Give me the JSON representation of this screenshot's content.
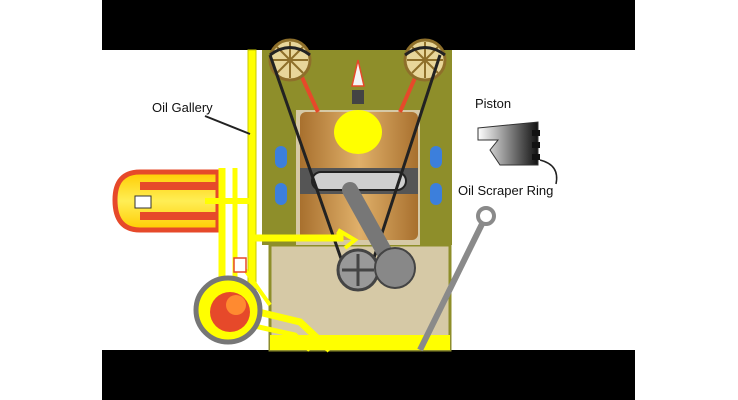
{
  "labels": {
    "oil_gallery": "Oil Gallery",
    "piston": "Piston",
    "oil_scraper_ring": "Oil Scraper Ring"
  },
  "colors": {
    "letterbox": "#000000",
    "background": "#ffffff",
    "oil": "#ffff00",
    "engine_block": "#d6c9a6",
    "cylinder_head": "#8e8e2a",
    "piston": "#d19a4e",
    "filter_red": "#e6492a",
    "coolant": "#3c7fdc",
    "chain": "#222222",
    "dipstick": "#8a8a8a"
  }
}
